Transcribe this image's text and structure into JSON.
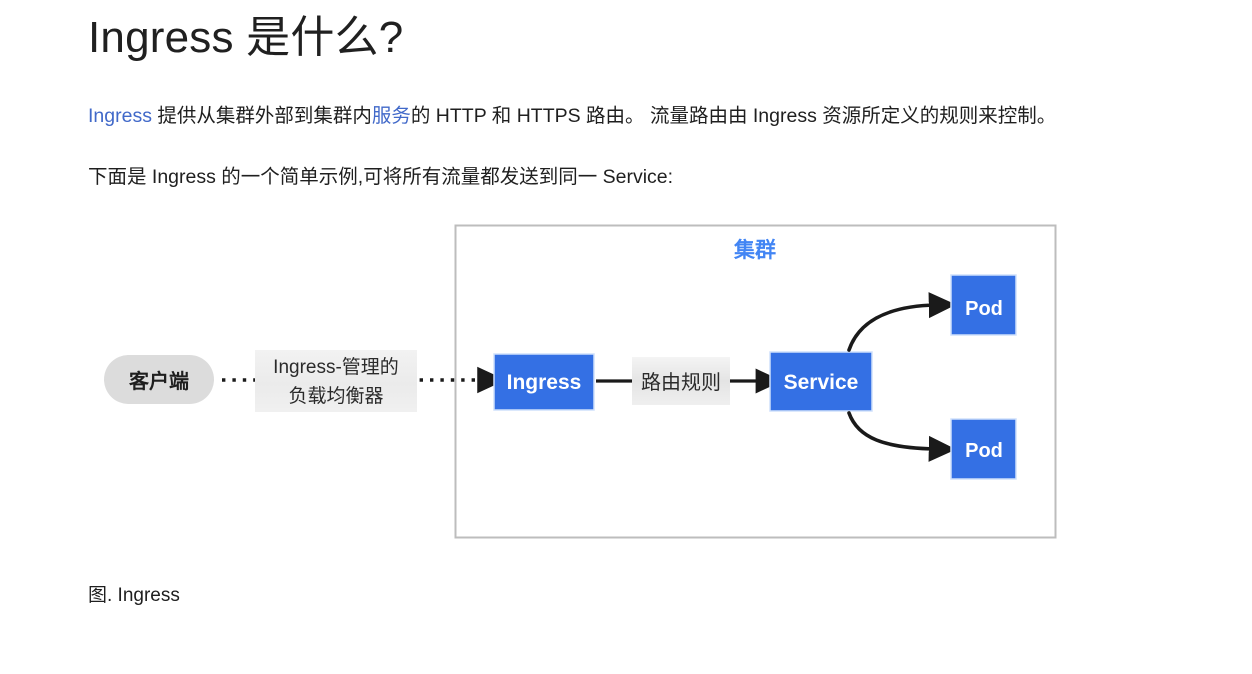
{
  "page": {
    "title": "Ingress 是什么?",
    "background_color": "#ffffff",
    "text_color": "#1f1f1f",
    "link_color": "#4169c9"
  },
  "paragraphs": {
    "p1": {
      "link_1": "Ingress",
      "seg_1": " 提供从集群外部到集群内",
      "link_2": "服务",
      "seg_2": "的 HTTP 和 HTTPS 路由。 流量路由由 Ingress 资源所定义的规则来控制。"
    },
    "p2": {
      "text": "下面是 Ingress 的一个简单示例,可将所有流量都发送到同一 Service:"
    }
  },
  "figure": {
    "caption": "图. Ingress",
    "cluster_label": "集群",
    "cluster_label_color": "#4285f4",
    "cluster_border_color": "#bdbdbd",
    "node_fill_color": "#3470e4",
    "node_text_color": "#ffffff",
    "client": {
      "label": "客户端",
      "fill": "#dcdcdc",
      "text_color": "#1f1f1f"
    },
    "lb_label": {
      "line_1": "Ingress-管理的",
      "line_2": "负载均衡器",
      "fill": "#eeeeee"
    },
    "routing_label": {
      "text": "路由规则",
      "fill": "#e8e8e8"
    },
    "nodes": {
      "ingress": "Ingress",
      "service": "Service",
      "pod_top": "Pod",
      "pod_bottom": "Pod"
    }
  }
}
